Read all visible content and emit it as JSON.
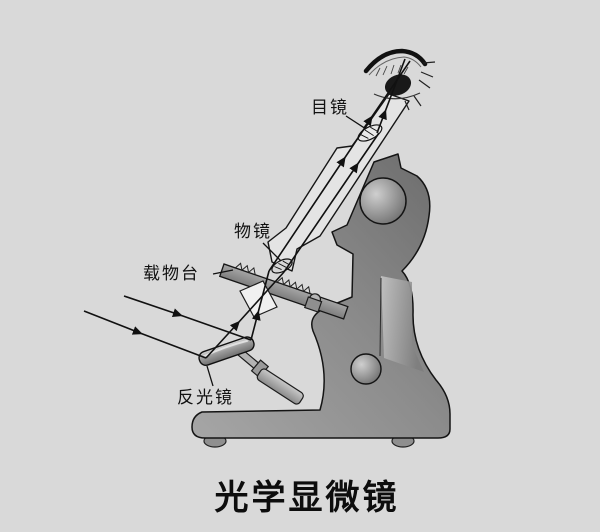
{
  "diagram": {
    "title": "光学显微镜",
    "labels": {
      "eyepiece": "目镜",
      "objective": "物镜",
      "stage": "载物台",
      "reflector": "反光镜"
    },
    "colors": {
      "background": "#d9d9d9",
      "line": "#1a1a1a",
      "body_dark": "#6e6e6e",
      "body_light": "#a9a9a9",
      "tube_fill": "#e4e4e4",
      "stage_fill": "#8d8d8d"
    }
  }
}
